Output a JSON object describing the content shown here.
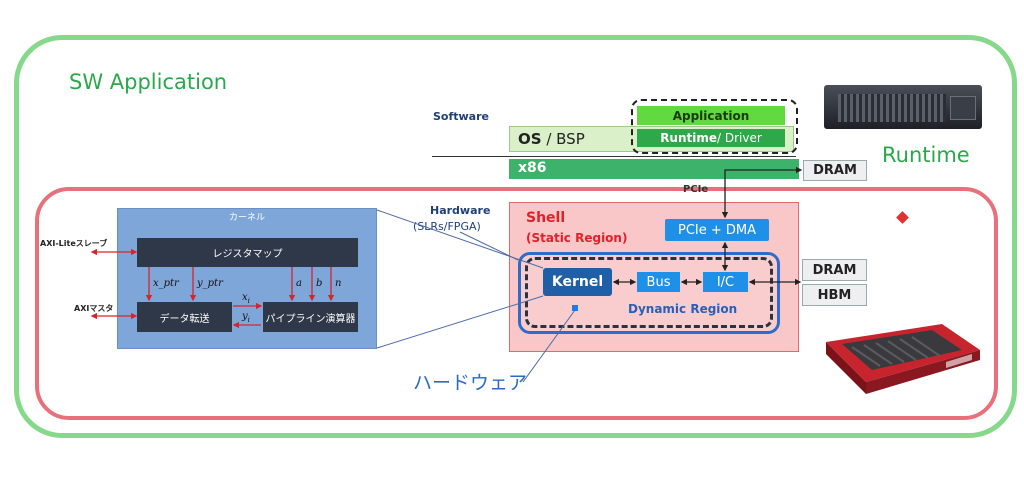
{
  "sw_application": {
    "label": "SW Application",
    "color": "#7dd67d"
  },
  "runtime": {
    "label": "Runtime",
    "color": "#3cb03c"
  },
  "software": {
    "label": "Software",
    "os_bold": "OS",
    "os_rest": " / BSP",
    "application": "Application",
    "runtime_bold": "Runtime",
    "runtime_rest": " / Driver",
    "x86": "x86",
    "dram": "DRAM"
  },
  "pcie_label": "PCIe",
  "hardware": {
    "label": "Hardware",
    "sub": "(SLRs/FPGA)"
  },
  "shell": {
    "label": "Shell",
    "sub": "(Static Region)",
    "pcie_dma": "PCIe + DMA",
    "kernel": "Kernel",
    "bus": "Bus",
    "ic": "I/C",
    "dynamic": "Dynamic Region"
  },
  "memory": {
    "dram": "DRAM",
    "hbm": "HBM"
  },
  "kernel_detail": {
    "title": "カーネル",
    "register_map": "レジスタマップ",
    "data_transfer": "データ転送",
    "pipeline": "パイプライン演算器",
    "axi_lite": "AXI-Liteスレーブ",
    "axi_master": "AXIマスタ",
    "x_ptr": "x_ptr",
    "y_ptr": "y_ptr",
    "a": "a",
    "b": "b",
    "n": "n",
    "xi": "x",
    "yi": "y",
    "sub_i": "i"
  },
  "hardware_jp": "ハードウェア",
  "colors": {
    "outer_green": "#7dd67d",
    "runtime_red": "#e8707a",
    "shell_fill": "#f9c7c7",
    "shell_border": "#e26a6a",
    "blue_box": "#1e90e8",
    "dark_blue": "#1f5fa8",
    "kernel_panel": "#7fa6d9",
    "dark_block": "#2f3848",
    "green_bar": "#3db26a"
  }
}
